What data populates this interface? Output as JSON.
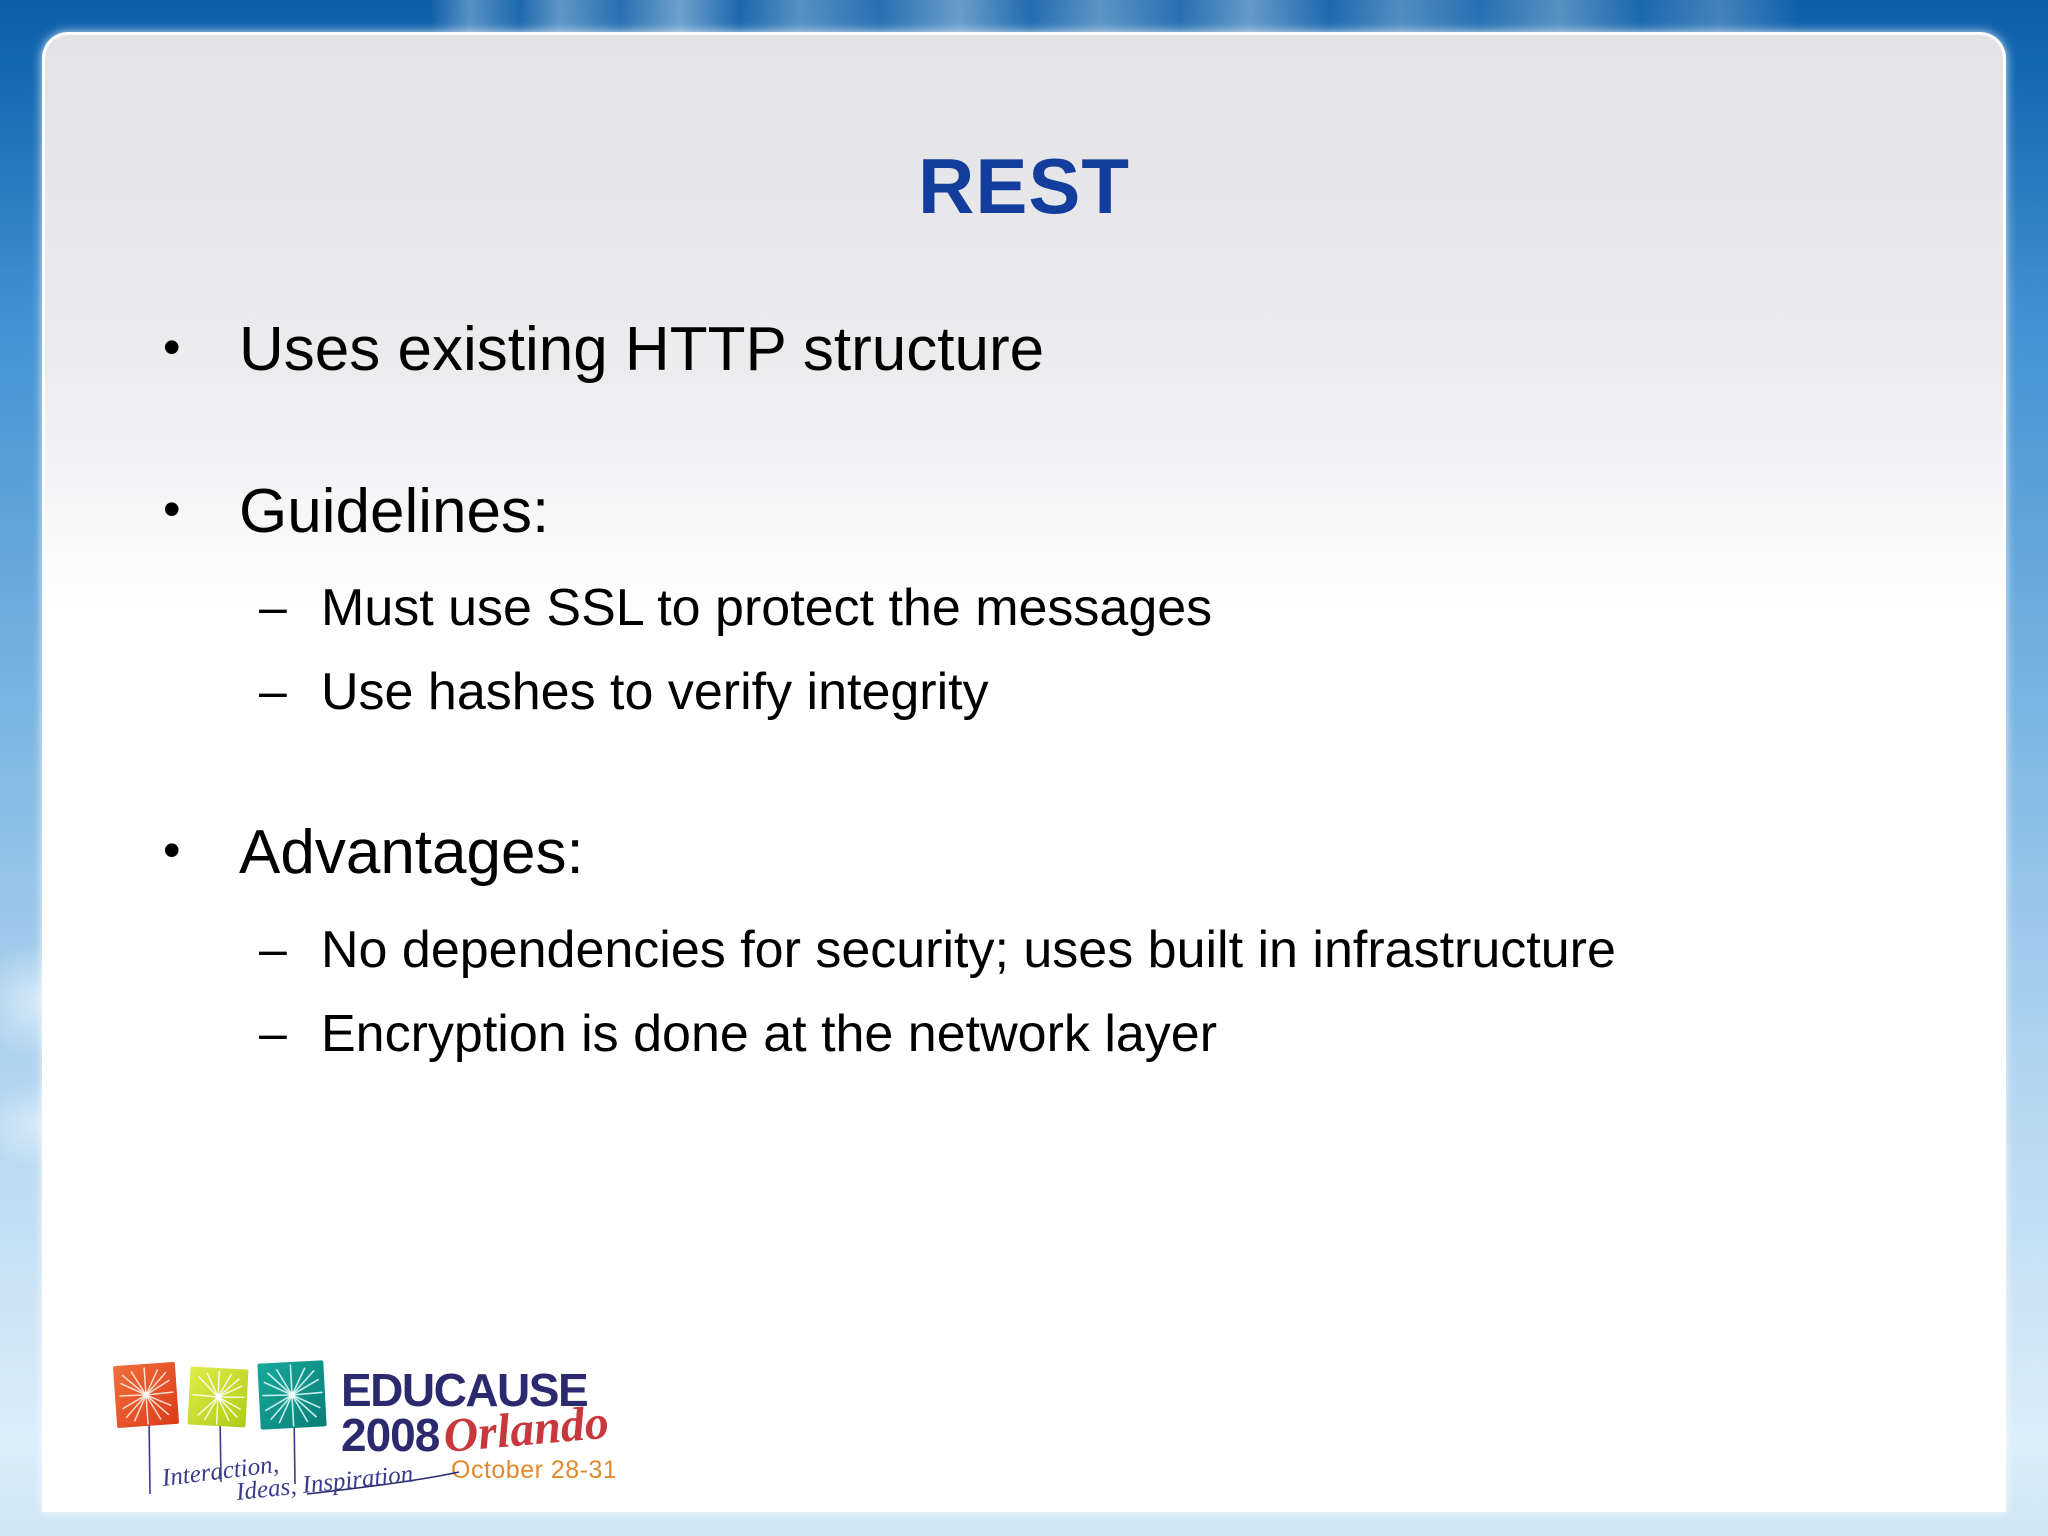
{
  "slide": {
    "title": "REST",
    "title_color": "#123d9c",
    "background_color": "#0e5fa8",
    "panel_color": "#ffffff",
    "text_color": "#000000",
    "bullet_marker": "•",
    "sub_bullet_marker": "–",
    "content": [
      {
        "level": 1,
        "text": "Uses existing HTTP structure",
        "children": []
      },
      {
        "level": 1,
        "text": "Guidelines:",
        "children": [
          {
            "level": 2,
            "text": "Must use SSL to protect the messages"
          },
          {
            "level": 2,
            "text": "Use hashes to verify integrity"
          }
        ]
      },
      {
        "level": 1,
        "text": "Advantages:",
        "children": [
          {
            "level": 2,
            "text": "No dependencies for security; uses built in infrastructure"
          },
          {
            "level": 2,
            "text": "Encryption is done at the network layer"
          }
        ]
      }
    ]
  },
  "logo": {
    "name": "educause-2008-logo",
    "org": "EDUCAUSE",
    "year": "2008",
    "city": "Orlando",
    "dates": "October 28-31",
    "tagline_line1": "Interaction,",
    "tagline_line2": "Ideas, Inspiration",
    "navy": "#2b2a6e",
    "red": "#c8373c",
    "orange": "#e08a2b",
    "square_colors": [
      "#e8552a",
      "#c3d92b",
      "#13988e"
    ]
  }
}
